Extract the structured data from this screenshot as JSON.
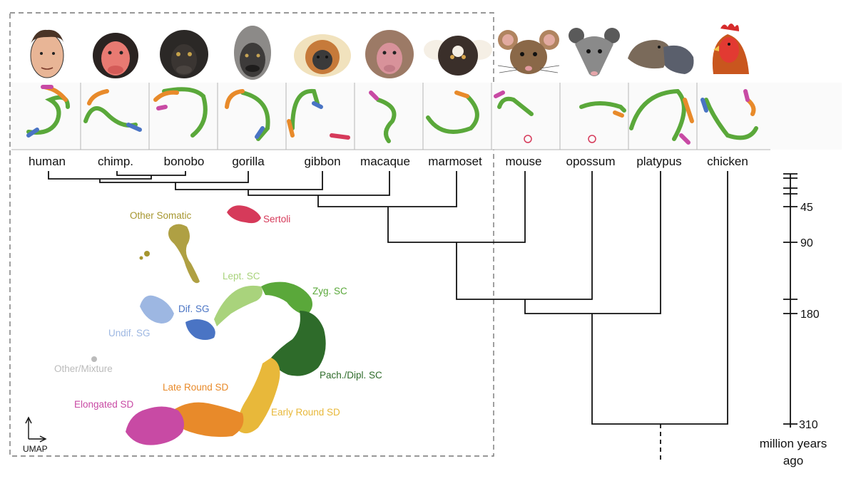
{
  "species": [
    "human",
    "chimp.",
    "bonobo",
    "gorilla",
    "gibbon",
    "macaque",
    "marmoset",
    "mouse",
    "opossum",
    "platypus",
    "chicken"
  ],
  "icons": [
    "human-face-icon",
    "chimpanzee-face-icon",
    "bonobo-face-icon",
    "gorilla-face-icon",
    "gibbon-face-icon",
    "macaque-face-icon",
    "marmoset-face-icon",
    "mouse-face-icon",
    "opossum-face-icon",
    "platypus-face-icon",
    "chicken-head-icon"
  ],
  "time_axis": {
    "ticks": [
      "45",
      "90",
      "180",
      "310"
    ],
    "title_line1": "million years",
    "title_line2": "ago"
  },
  "umap": {
    "axis_label": "UMAP",
    "clusters": [
      {
        "name": "Other Somatic",
        "color": "#a6962f"
      },
      {
        "name": "Sertoli",
        "color": "#d63a5a"
      },
      {
        "name": "Lept. SC",
        "color": "#a9d37c"
      },
      {
        "name": "Zyg. SC",
        "color": "#5aa83a"
      },
      {
        "name": "Dif. SG",
        "color": "#4a74c4"
      },
      {
        "name": "Undif. SG",
        "color": "#9db7e2"
      },
      {
        "name": "Other/Mixture",
        "color": "#bbbbbb"
      },
      {
        "name": "Pach./Dipl. SC",
        "color": "#2e6b2a"
      },
      {
        "name": "Late Round SD",
        "color": "#e88a2a"
      },
      {
        "name": "Elongated SD",
        "color": "#c84aa4"
      },
      {
        "name": "Early Round SD",
        "color": "#e8b83a"
      }
    ]
  }
}
